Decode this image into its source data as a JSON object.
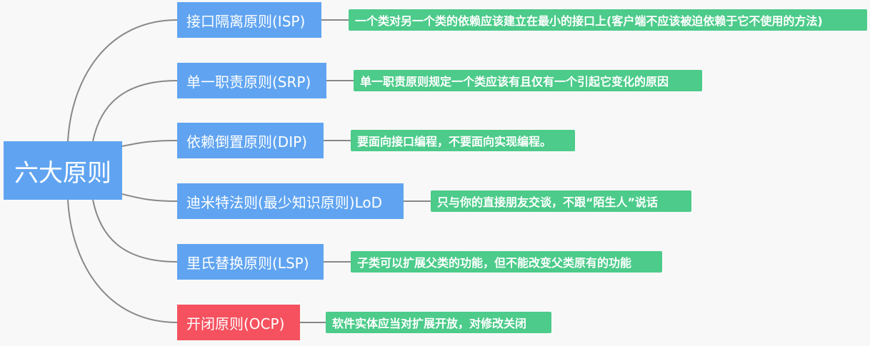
{
  "root": {
    "label": "六大原则"
  },
  "colors": {
    "root": "#60a4f1",
    "branch": "#60a4f1",
    "highlight": "#f5515f",
    "leaf": "#4ccb8a",
    "line": "#888888"
  },
  "branches": [
    {
      "label": "接口隔离原则(ISP)",
      "desc": "一个类对另一个类的依赖应该建立在最小的接口上(客户端不应该被迫依赖于它不使用的方法)",
      "highlight": false
    },
    {
      "label": "单一职责原则(SRP)",
      "desc": "单一职责原则规定一个类应该有且仅有一个引起它变化的原因",
      "highlight": false
    },
    {
      "label": "依赖倒置原则(DIP)",
      "desc": "要面向接口编程，不要面向实现编程。",
      "highlight": false
    },
    {
      "label": "迪米特法则(最少知识原则)LoD",
      "desc": "只与你的直接朋友交谈，不跟“陌生人”说话",
      "highlight": false
    },
    {
      "label": "里氏替换原则(LSP)",
      "desc": "子类可以扩展父类的功能，但不能改变父类原有的功能",
      "highlight": false
    },
    {
      "label": "开闭原则(OCP)",
      "desc": "软件实体应当对扩展开放，对修改关闭",
      "highlight": true
    }
  ]
}
